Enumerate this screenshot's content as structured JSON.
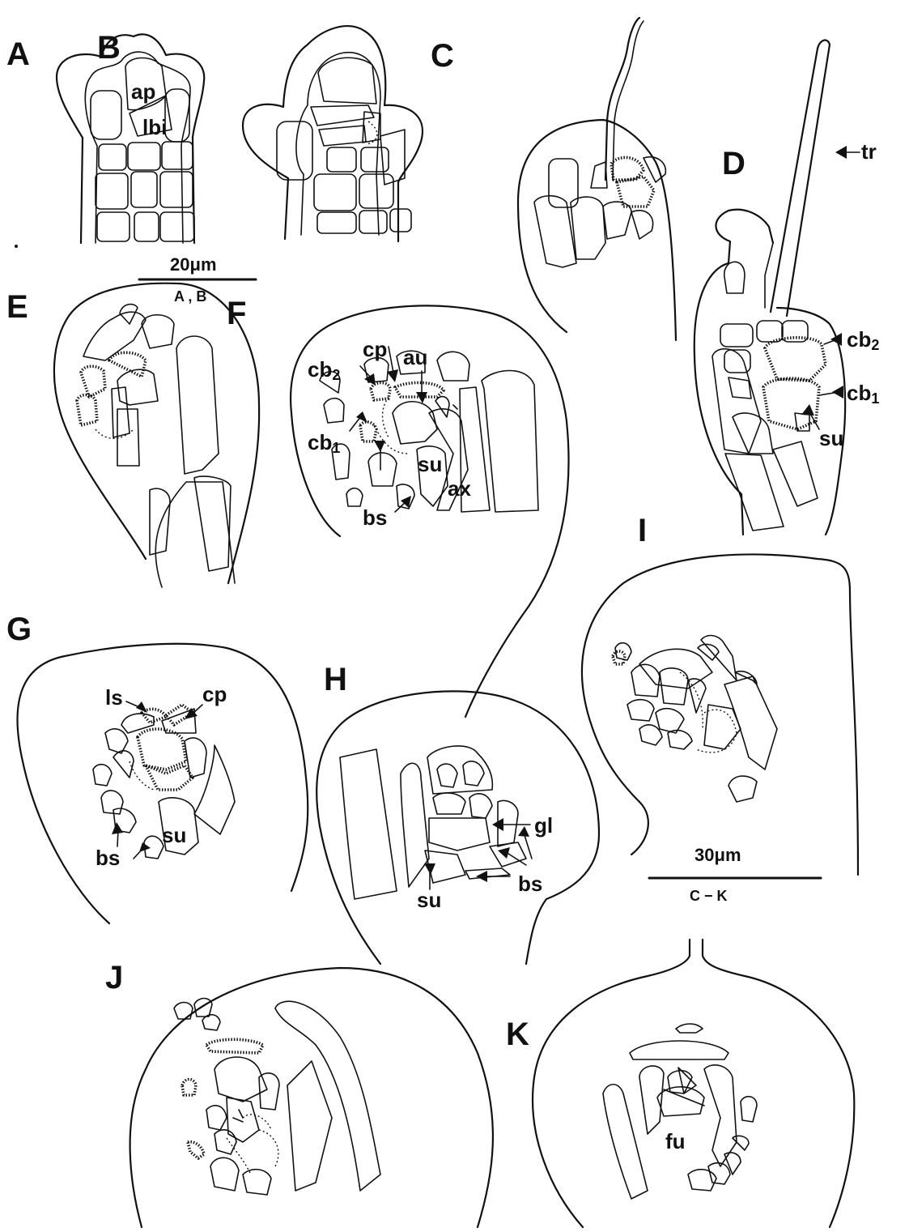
{
  "panels": {
    "a": "A",
    "b": "B",
    "c": "C",
    "d": "D",
    "e": "E",
    "f": "F",
    "g": "G",
    "h": "H",
    "i": "I",
    "j": "J",
    "k": "K"
  },
  "labels": {
    "ap": "ap",
    "lbi": "lbi",
    "tr": "tr",
    "cb2_base": "cb",
    "cb2_sub": "2",
    "cb1_base": "cb",
    "cb1_sub": "1",
    "su": "su",
    "cp": "cp",
    "au": "au",
    "ax": "ax",
    "bs": "bs",
    "ls": "ls",
    "gl": "gl",
    "fu": "fu"
  },
  "scalebars": {
    "small": {
      "value": "20",
      "unit": "μm",
      "panels": "A , B"
    },
    "large": {
      "value": "30",
      "unit": "μm",
      "panels": "C − K"
    }
  }
}
